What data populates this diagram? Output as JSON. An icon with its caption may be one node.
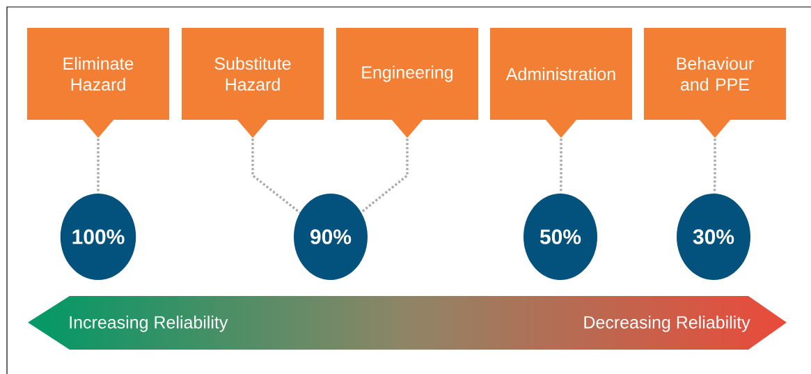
{
  "diagram": {
    "nodes": [
      {
        "text": [
          "Eliminate Hazard"
        ]
      },
      {
        "text": [
          "Substitute Hazard"
        ]
      },
      {
        "text": [
          "Engineering"
        ]
      },
      {
        "text": [
          "Administration"
        ]
      },
      {
        "text": [
          "Behaviour and PPE"
        ]
      },
      {
        "text": [
          "100%"
        ]
      },
      {
        "text": [
          "90%"
        ]
      },
      {
        "text": [
          "50%"
        ]
      },
      {
        "text": [
          "30%"
        ]
      },
      {
        "text": [
          "Increasing Reliability",
          "Decreasing Reliability"
        ]
      }
    ],
    "edges": [
      {
        "from": 0,
        "to": 5,
        "arrow": "none",
        "style": "dashed"
      },
      {
        "from": 1,
        "to": 6,
        "arrow": "none",
        "style": "dashed"
      },
      {
        "from": 2,
        "to": 6,
        "arrow": "none",
        "style": "dashed"
      },
      {
        "from": 3,
        "to": 7,
        "arrow": "none",
        "style": "dashed"
      },
      {
        "from": 4,
        "to": 8,
        "arrow": "none",
        "style": "dashed"
      }
    ]
  }
}
